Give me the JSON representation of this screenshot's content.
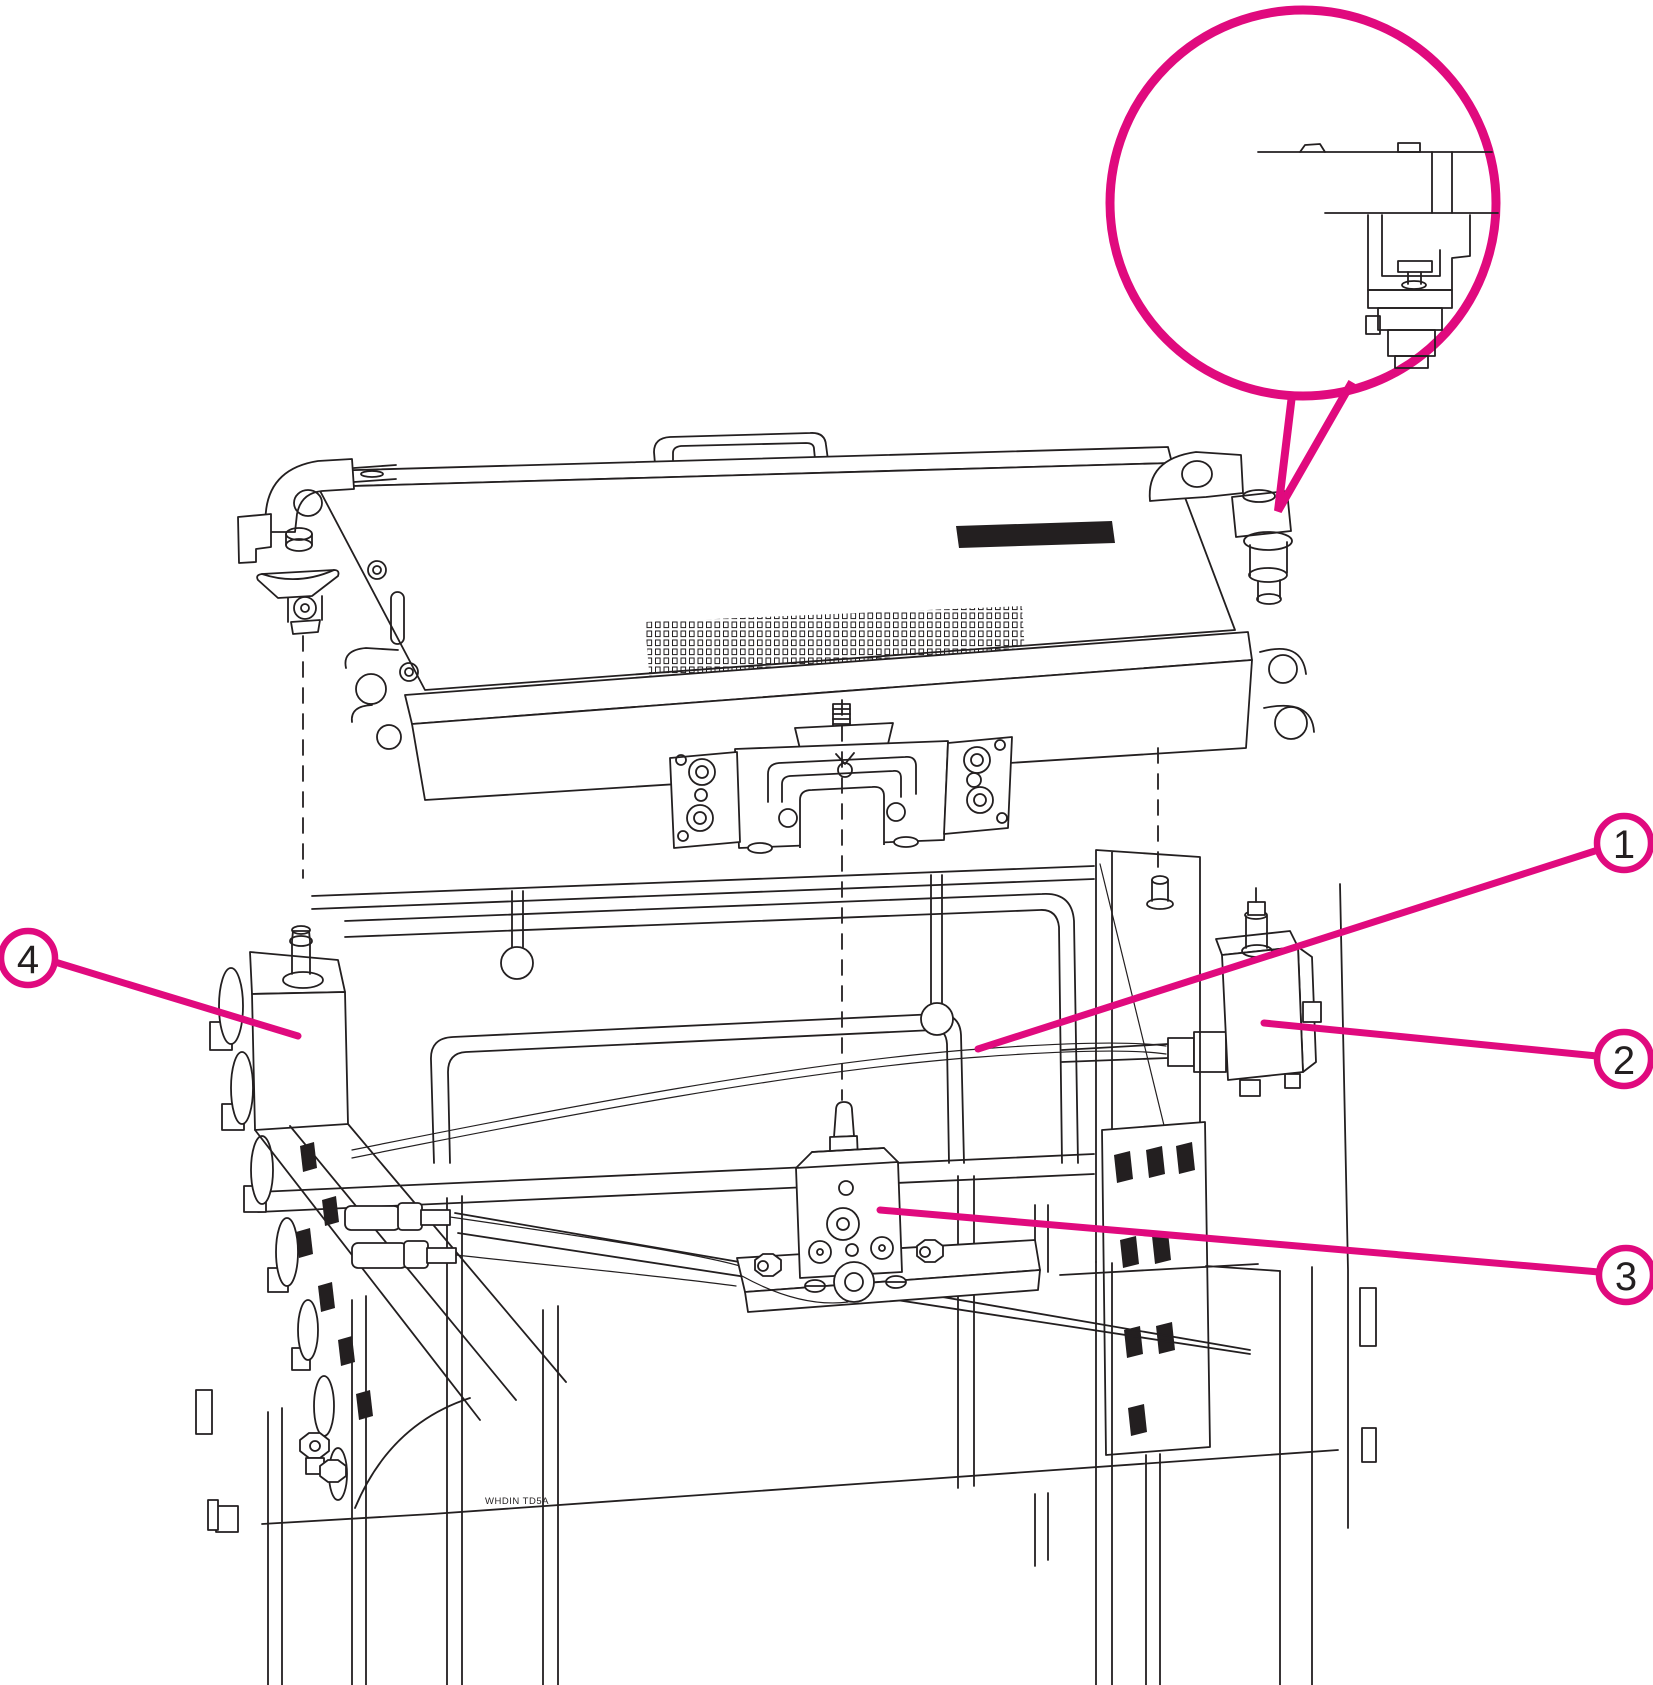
{
  "drawing_code": "WHDIN TD5A",
  "callouts": [
    {
      "number": "1"
    },
    {
      "number": "2"
    },
    {
      "number": "3"
    },
    {
      "number": "4"
    }
  ],
  "colors": {
    "callout_accent": "#e00a7e",
    "line_art": "#231f20",
    "background": "#ffffff"
  }
}
